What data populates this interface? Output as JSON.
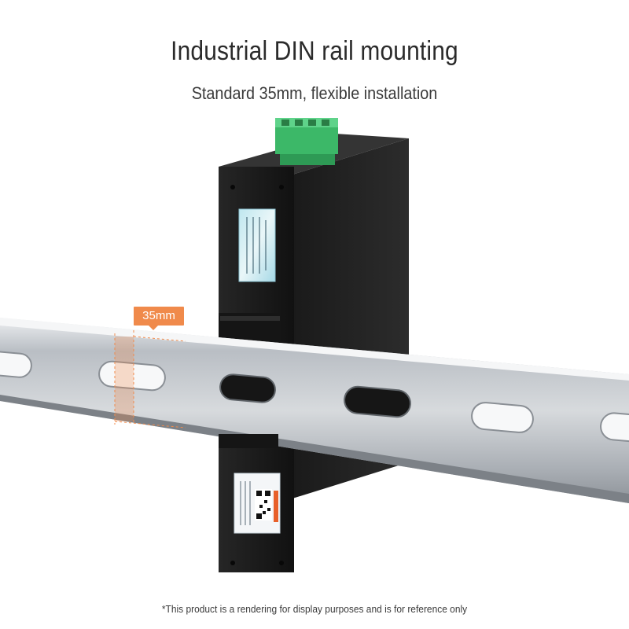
{
  "header": {
    "title": "Industrial DIN rail mounting",
    "subtitle": "Standard 35mm, flexible installation"
  },
  "callout": {
    "label": "35mm",
    "color": "#f08a4b"
  },
  "footer": {
    "disclaimer": "*This product is a rendering for display purposes and is for reference only"
  },
  "colors": {
    "device_body": "#1e1e1e",
    "terminal_block": "#3cb868",
    "rail_metal": "#c8ccd1"
  }
}
